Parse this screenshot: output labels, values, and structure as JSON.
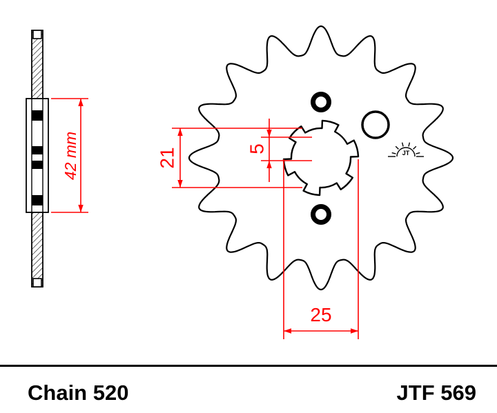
{
  "footer": {
    "chain_label": "Chain 520",
    "part_number": "JTF 569"
  },
  "dimensions": {
    "d42": "42 mm",
    "d21": "21",
    "d5": "5",
    "d25": "25"
  },
  "logo": {
    "brand": "JT"
  },
  "front_view": {
    "teeth": 16,
    "spline_notches": 6
  },
  "colors": {
    "dimension_red": "#FF0000",
    "drawing_black": "#000000",
    "background": "#FFFFFF"
  }
}
